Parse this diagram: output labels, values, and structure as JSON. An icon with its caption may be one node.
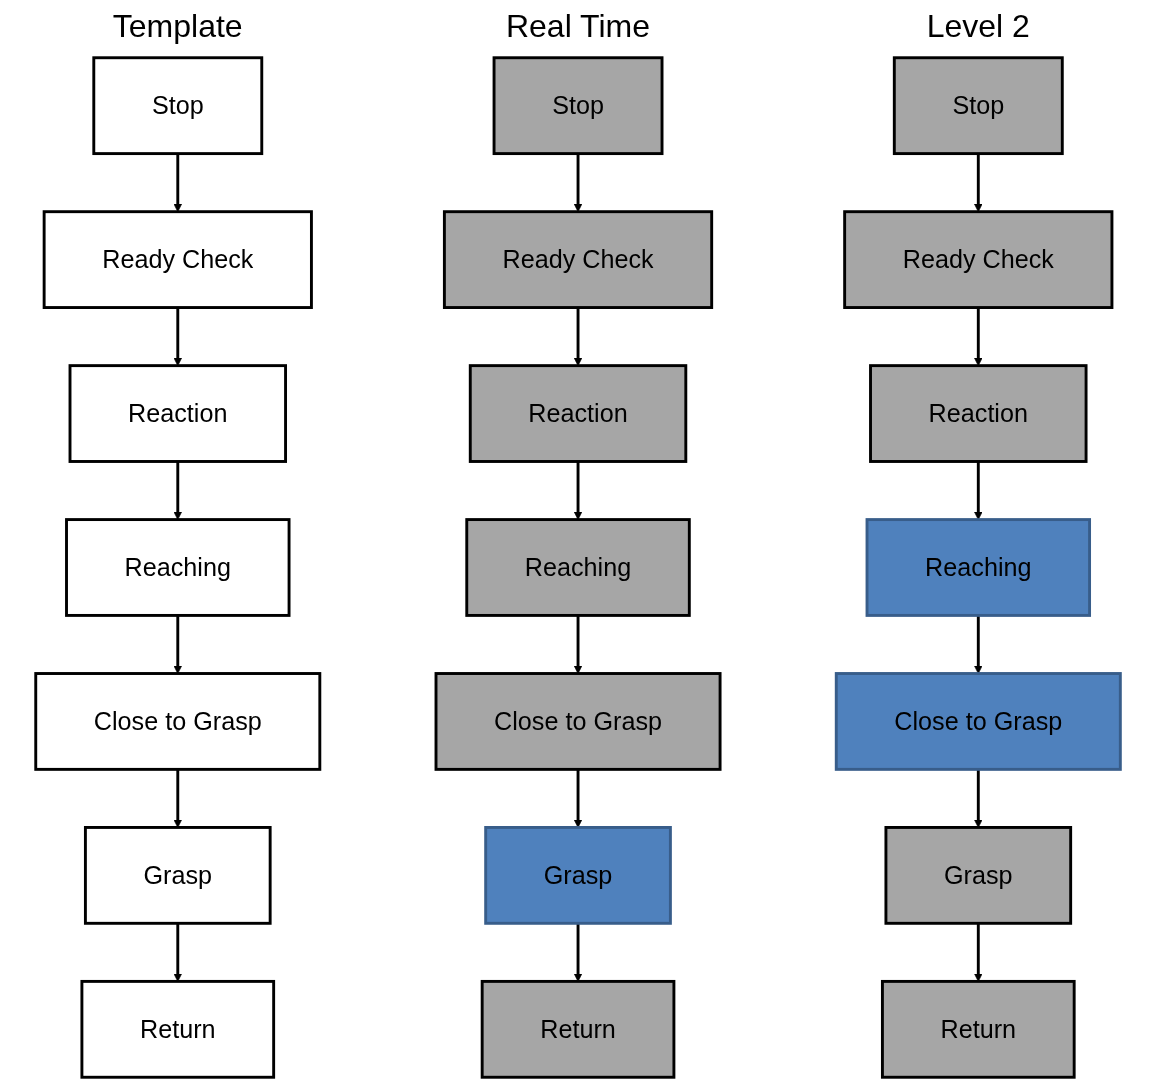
{
  "diagram": {
    "nodes": [
      {
        "text": [
          "Stop"
        ]
      },
      {
        "text": [
          "Ready Check"
        ]
      },
      {
        "text": [
          "Reaction"
        ]
      },
      {
        "text": [
          "Reaching"
        ]
      },
      {
        "text": [
          "Close to Grasp"
        ]
      },
      {
        "text": [
          "Grasp"
        ]
      },
      {
        "text": [
          "Return"
        ]
      },
      {
        "text": [
          "Stop"
        ]
      },
      {
        "text": [
          "Ready Check"
        ]
      },
      {
        "text": [
          "Reaction"
        ]
      },
      {
        "text": [
          "Reaching"
        ]
      },
      {
        "text": [
          "Close to Grasp"
        ]
      },
      {
        "text": [
          "Grasp"
        ]
      },
      {
        "text": [
          "Return"
        ]
      },
      {
        "text": [
          "Stop"
        ]
      },
      {
        "text": [
          "Ready Check"
        ]
      },
      {
        "text": [
          "Reaction"
        ]
      },
      {
        "text": [
          "Reaching"
        ]
      },
      {
        "text": [
          "Close to Grasp"
        ]
      },
      {
        "text": [
          "Grasp"
        ]
      },
      {
        "text": [
          "Return"
        ]
      }
    ],
    "edges": [
      {
        "from": 0,
        "to": 1,
        "arrow": "to"
      },
      {
        "from": 1,
        "to": 2,
        "arrow": "to"
      },
      {
        "from": 2,
        "to": 3,
        "arrow": "to"
      },
      {
        "from": 3,
        "to": 4,
        "arrow": "to"
      },
      {
        "from": 4,
        "to": 5,
        "arrow": "to"
      },
      {
        "from": 5,
        "to": 6,
        "arrow": "to"
      },
      {
        "from": 7,
        "to": 8,
        "arrow": "to"
      },
      {
        "from": 8,
        "to": 9,
        "arrow": "to"
      },
      {
        "from": 9,
        "to": 10,
        "arrow": "to"
      },
      {
        "from": 10,
        "to": 11,
        "arrow": "to"
      },
      {
        "from": 11,
        "to": 12,
        "arrow": "to"
      },
      {
        "from": 12,
        "to": 13,
        "arrow": "to"
      },
      {
        "from": 14,
        "to": 15,
        "arrow": "to"
      },
      {
        "from": 15,
        "to": 16,
        "arrow": "to"
      },
      {
        "from": 16,
        "to": 17,
        "arrow": "to"
      },
      {
        "from": 17,
        "to": 18,
        "arrow": "to"
      },
      {
        "from": 18,
        "to": 19,
        "arrow": "to"
      },
      {
        "from": 19,
        "to": 20,
        "arrow": "to"
      }
    ],
    "labels": [
      "Template",
      "Real Time",
      "Level 2"
    ]
  }
}
